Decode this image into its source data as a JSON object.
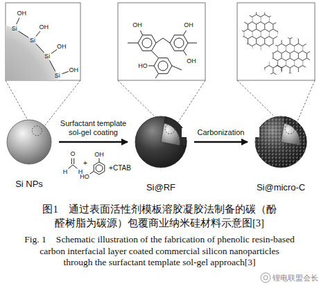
{
  "diagram": {
    "caption": "图1　通过表面活性剂模板溶胶凝胶法制备的碳（酚醛树脂为碳源）包覆商业纳米硅材料示意图[3]",
    "nodes": [
      {
        "text": [
          "Si NPs"
        ]
      },
      {
        "text": [
          "Si@RF"
        ]
      },
      {
        "text": [
          "Si@micro-C"
        ]
      }
    ],
    "edges": [
      {
        "from": 0,
        "to": 1,
        "arrow": "to",
        "label": "Surfactant template sol-gel coating"
      },
      {
        "from": 1,
        "to": 2,
        "arrow": "to",
        "label": "Carbonization"
      }
    ],
    "labels": [
      "Si",
      "Si",
      "Si",
      "Si",
      "OH",
      "OH",
      "OH",
      "OH",
      "OH",
      "OH",
      "HO",
      "OH",
      "O",
      "H",
      "H",
      "+",
      "OH",
      "HO",
      "+CTAB",
      "Fig. 1　Schematic illustration of the fabrication of phenolic resin-based carbon interfacial layer coated commercial silicon nanoparticles through the surfactant template sol-gel approach[3]",
      "锂电联盟会长"
    ]
  }
}
